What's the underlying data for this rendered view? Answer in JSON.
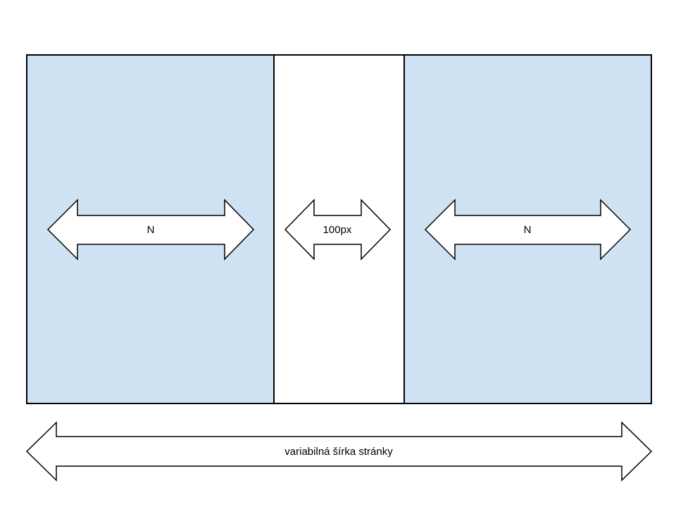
{
  "colors": {
    "column_fill": "#cfe2f3",
    "gutter_fill": "#ffffff",
    "stroke": "#000000",
    "arrow_fill": "#ffffff"
  },
  "columns": {
    "left": {
      "width_label": "N"
    },
    "gutter": {
      "width_label": "100px"
    },
    "right": {
      "width_label": "N"
    }
  },
  "page_width": {
    "label": "variabilná šírka stránky"
  }
}
